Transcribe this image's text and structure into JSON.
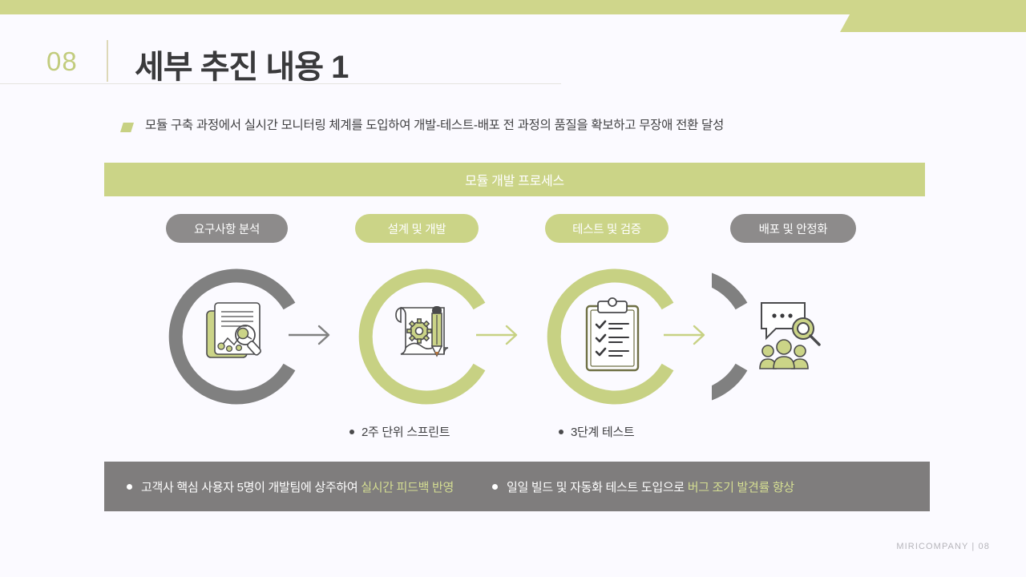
{
  "theme": {
    "olive": "#cbd487",
    "olive_light": "#cfd68b",
    "olive_text": "#c2cc7e",
    "gray": "#8d8b8b",
    "gray_dark": "#7f7d7d",
    "arc_gray": "#808080",
    "arc_olive": "#c7d183",
    "background": "#fbfaff",
    "title_color": "#3a3a3c",
    "highlight": "#d4dd92"
  },
  "header": {
    "slide_number": "08",
    "title": "세부 추진 내용 1"
  },
  "subtitle": {
    "marker_icon": "parallelogram-bullet-icon",
    "text": "모듈 구축 과정에서 실시간 모니터링 체계를 도입하여 개발-테스트-배포 전 과정의 품질을 확보하고 무장애 전환 달성"
  },
  "banner": {
    "text": "모듈 개발 프로세스"
  },
  "process": {
    "stages": [
      {
        "label": "요구사항 분석",
        "pill_style": "gray",
        "arc_color": "gray",
        "icon": "document-analysis-magnifier-icon",
        "note": null
      },
      {
        "label": "설계 및 개발",
        "pill_style": "olive",
        "arc_color": "olive",
        "icon": "blueprint-gear-pencil-icon",
        "note": "2주 단위 스프린트"
      },
      {
        "label": "테스트 및 검증",
        "pill_style": "olive",
        "arc_color": "olive",
        "icon": "clipboard-checklist-icon",
        "note": "3단계 테스트"
      },
      {
        "label": "배포 및 안정화",
        "pill_style": "gray",
        "arc_color": "gray",
        "icon": "people-speech-magnifier-icon",
        "note": null
      }
    ],
    "arrows": [
      {
        "icon": "arrow-right-icon",
        "color": "gray"
      },
      {
        "icon": "arrow-right-icon",
        "color": "olive"
      },
      {
        "icon": "arrow-right-icon",
        "color": "olive"
      }
    ]
  },
  "footer_bar": {
    "items": [
      {
        "text_plain": "고객사 핵심 사용자 5명이 개발팀에 상주하여 ",
        "text_highlight": "실시간 피드백 반영"
      },
      {
        "text_plain": "일일 빌드 및 자동화 테스트 도입으로 ",
        "text_highlight": "버그 조기 발견률 향상"
      }
    ]
  },
  "page_footer": {
    "text": "MIRICOMPANY  |  08"
  }
}
